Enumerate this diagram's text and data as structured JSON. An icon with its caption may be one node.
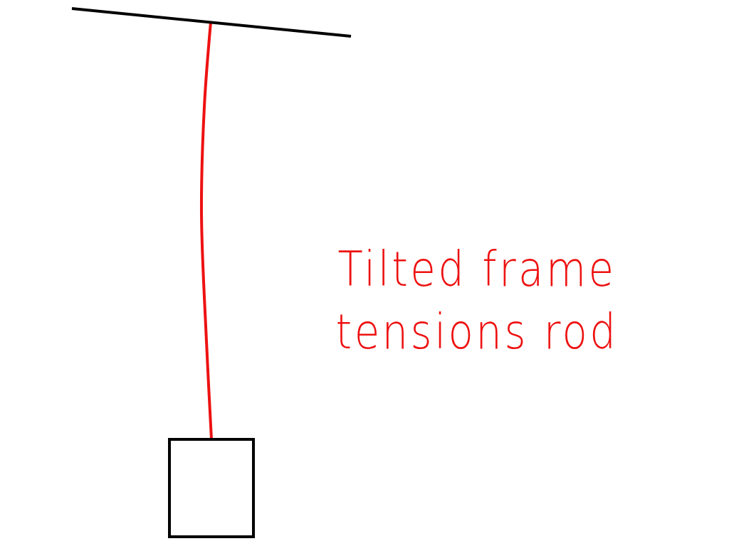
{
  "diagram": {
    "nodes": [
      {
        "text": [],
        "shape": "bar"
      },
      {
        "text": [],
        "shape": "box"
      }
    ],
    "edges": [
      {
        "from": 0,
        "to": 1,
        "arrow": "none",
        "color": "#ee1111"
      }
    ],
    "labels": [
      "Tilted frame tensions rod"
    ]
  }
}
